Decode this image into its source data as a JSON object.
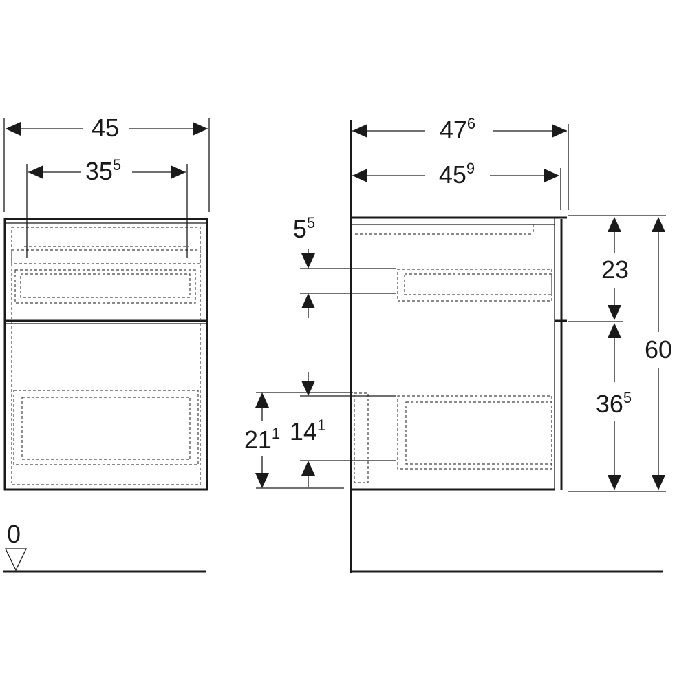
{
  "front_view": {
    "width_overall": {
      "value": "45",
      "sup": ""
    },
    "width_inner": {
      "value": "35",
      "sup": "5"
    },
    "floor_level": "0"
  },
  "side_view": {
    "depth_overall": {
      "value": "47",
      "sup": "6"
    },
    "depth_body": {
      "value": "45",
      "sup": "9"
    },
    "top_offset": {
      "value": "5",
      "sup": "5"
    },
    "upper_drawer_height": {
      "value": "23",
      "sup": ""
    },
    "lower_drawer_height": {
      "value": "36",
      "sup": "5"
    },
    "total_height": {
      "value": "60",
      "sup": ""
    },
    "lower_drawer_inner": {
      "value": "14",
      "sup": "1"
    },
    "lower_drawer_outer": {
      "value": "21",
      "sup": "1"
    }
  }
}
